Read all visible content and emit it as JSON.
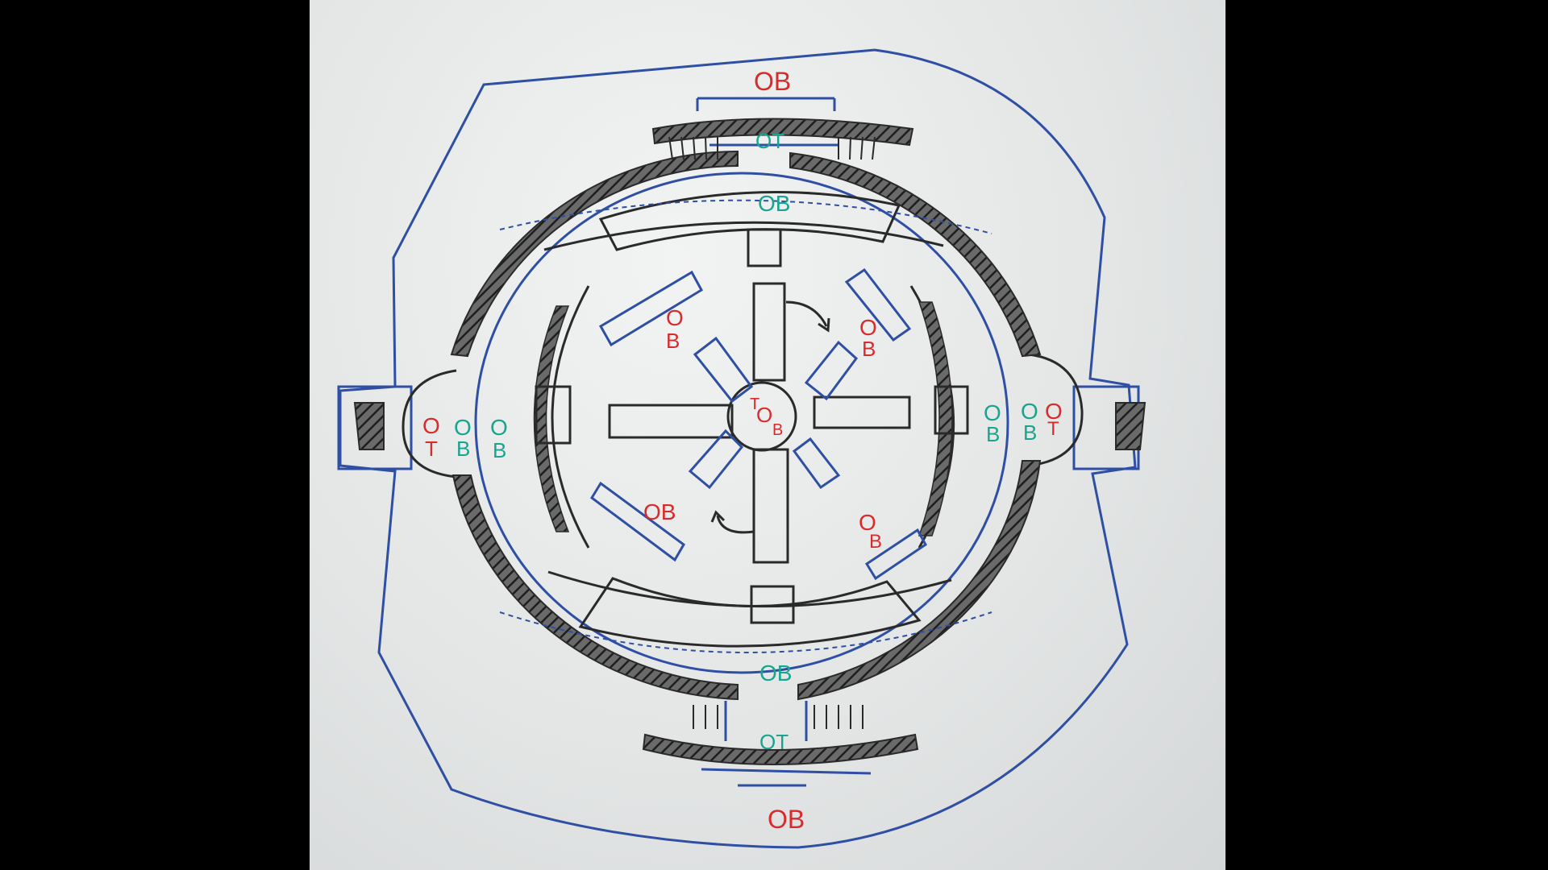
{
  "colors": {
    "outline_blue": "#2e4fa3",
    "wall_black": "#2a2a2a",
    "label_red": "#d92b2b",
    "label_teal": "#17a58f"
  },
  "labels": {
    "top_outer": "OB",
    "top_gate": "OT",
    "top_inner": "OB",
    "left_red": [
      "O",
      "T"
    ],
    "left_teal_a": [
      "O",
      "B"
    ],
    "left_teal_b": [
      "O",
      "B"
    ],
    "right_teal_a": [
      "O",
      "B"
    ],
    "right_teal_b": [
      "O",
      "B"
    ],
    "right_red": [
      "O",
      "T"
    ],
    "upper_left_pad": [
      "O",
      "B"
    ],
    "upper_right_pad": [
      "O",
      "B"
    ],
    "lower_left_pad": "OB",
    "lower_right_pad": [
      "O",
      "B"
    ],
    "center": [
      "T",
      "O",
      "B"
    ],
    "bottom_inner": "OB",
    "bottom_gate": "OT",
    "bottom_outer": "OB"
  }
}
